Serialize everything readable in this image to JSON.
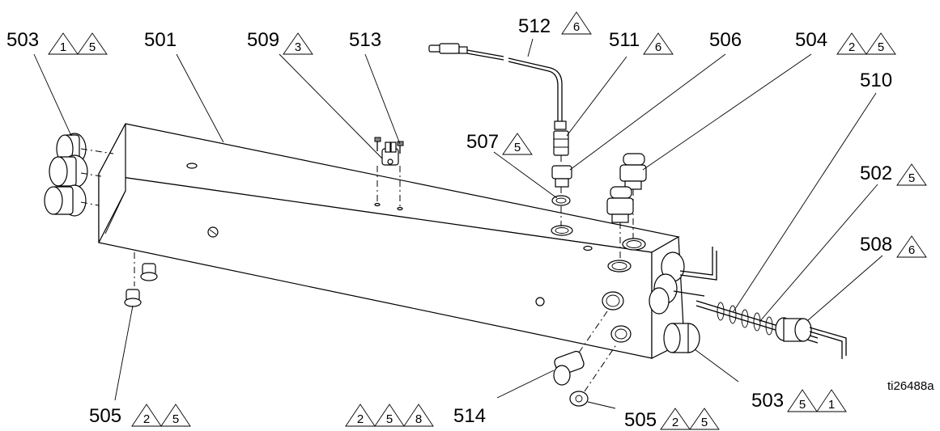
{
  "callouts": [
    {
      "id": "c503a",
      "label": "503",
      "tris": [
        "1",
        "5"
      ]
    },
    {
      "id": "c501",
      "label": "501",
      "tris": []
    },
    {
      "id": "c509",
      "label": "509",
      "tris": [
        "3"
      ]
    },
    {
      "id": "c513",
      "label": "513",
      "tris": []
    },
    {
      "id": "c512",
      "label": "512",
      "tris": [
        "6"
      ]
    },
    {
      "id": "c511",
      "label": "511",
      "tris": [
        "6"
      ]
    },
    {
      "id": "c506",
      "label": "506",
      "tris": []
    },
    {
      "id": "c504",
      "label": "504",
      "tris": [
        "2",
        "5"
      ]
    },
    {
      "id": "c510",
      "label": "510",
      "tris": []
    },
    {
      "id": "c507",
      "label": "507",
      "tris": [
        "5"
      ]
    },
    {
      "id": "c502",
      "label": "502",
      "tris": [
        "5"
      ]
    },
    {
      "id": "c508",
      "label": "508",
      "tris": [
        "6"
      ]
    },
    {
      "id": "c505a",
      "label": "505",
      "tris": [
        "2",
        "5"
      ]
    },
    {
      "id": "c514",
      "label": "514",
      "tris": [
        "2",
        "5",
        "8"
      ]
    },
    {
      "id": "c505b",
      "label": "505",
      "tris": [
        "2",
        "5"
      ]
    },
    {
      "id": "c503b",
      "label": "503",
      "tris": [
        "5",
        "1"
      ]
    }
  ],
  "reference_id": "ti26488a"
}
